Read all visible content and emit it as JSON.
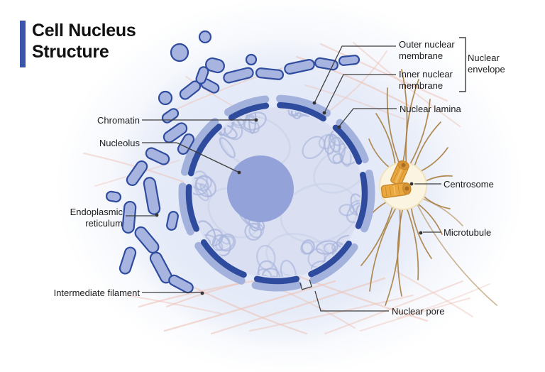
{
  "title": {
    "text": "Cell Nucleus Structure"
  },
  "labels": {
    "chromatin": "Chromatin",
    "nucleolus": "Nucleolus",
    "endoplasmic_reticulum": "Endoplasmic reticulum",
    "intermediate_filament": "Intermediate filament",
    "outer_nuclear_membrane": "Outer nuclear membrane",
    "inner_nuclear_membrane": "Inner nuclear membrane",
    "nuclear_envelope": "Nuclear envelope",
    "nuclear_lamina": "Nuclear lamina",
    "centrosome": "Centrosome",
    "microtubule": "Microtubule",
    "nuclear_pore": "Nuclear pore"
  },
  "colors": {
    "accent_blue": "#3b55ab",
    "membrane_dark": "#2e4b9e",
    "membrane_light": "#a3b1dd",
    "nucleus_fill": "#dadff2",
    "chromatin": "#a9b6dc",
    "chromatin_faint": "#c6d0ea",
    "nucleolus": "#93a2d8",
    "er_fill": "#a8b4e0",
    "er_outline": "#2f4c9e",
    "filament_pink": "#edc3b8",
    "microtubule_brown": "#a87e3f",
    "centriole_orange": "#eaa83e",
    "centriole_dark": "#c8882f",
    "centrosome_bg": "#fbf4e1",
    "leader": "#3d3d3d"
  }
}
